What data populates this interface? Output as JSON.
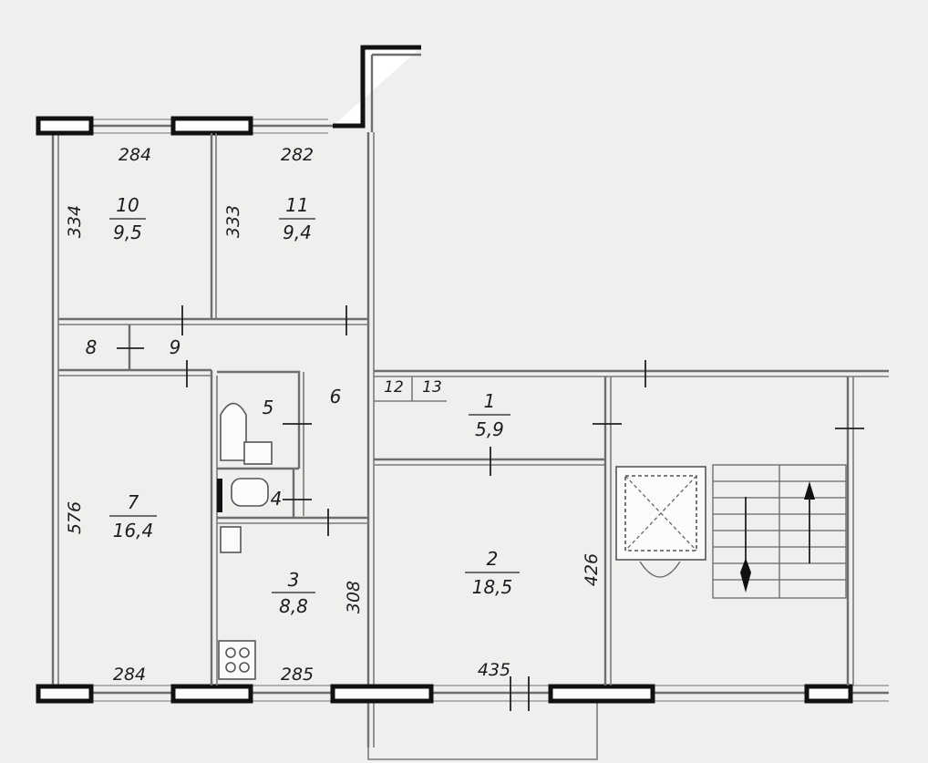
{
  "rooms": [
    {
      "number": "10",
      "area": "9,5"
    },
    {
      "number": "11",
      "area": "9,4"
    },
    {
      "number": "8",
      "area": ""
    },
    {
      "number": "9",
      "area": ""
    },
    {
      "number": "7",
      "area": "16,4"
    },
    {
      "number": "5",
      "area": ""
    },
    {
      "number": "6",
      "area": ""
    },
    {
      "number": "4",
      "area": ""
    },
    {
      "number": "3",
      "area": "8,8"
    },
    {
      "number": "12",
      "area": ""
    },
    {
      "number": "13",
      "area": ""
    },
    {
      "number": "1",
      "area": "5,9"
    },
    {
      "number": "2",
      "area": "18,5"
    }
  ],
  "dimensions": {
    "top_left": "284",
    "top_right": "282",
    "room10_height": "334",
    "room11_height": "333",
    "room7_height": "576",
    "room3_height": "308",
    "room2_height": "426",
    "bottom_left": "284",
    "bottom_mid": "285",
    "bottom_right": "435"
  }
}
